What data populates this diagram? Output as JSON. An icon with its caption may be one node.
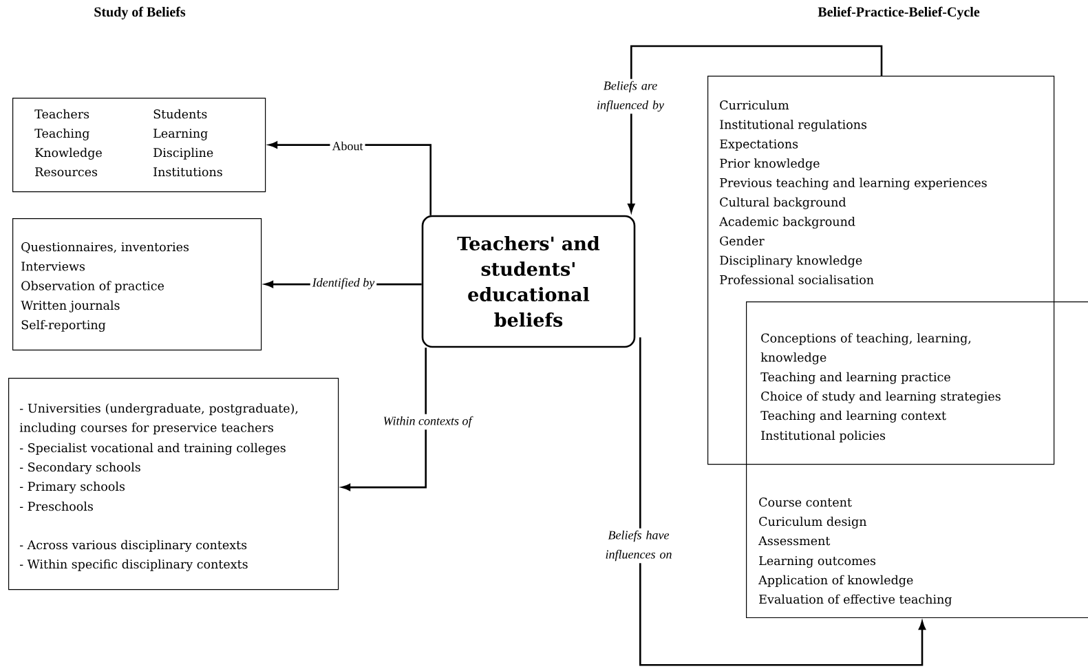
{
  "diagram": {
    "nodes": [
      {
        "text": [
          "Teachers' and students' educational beliefs"
        ]
      },
      {
        "text": [
          "Teachers",
          "Students",
          "Teaching",
          "Learning",
          "Knowledge",
          "Discipline",
          "Resources",
          "Institutions"
        ]
      },
      {
        "text": [
          "Questionnaires,  inventories",
          "Interviews",
          "Observation of practice",
          "Written journals",
          "Self-reporting"
        ]
      },
      {
        "text": [
          "- Universities (undergraduate, postgraduate), including courses for preservice teachers",
          "- Specialist vocational and training colleges",
          "- Secondary schools",
          "- Primary schools",
          "- Preschools",
          "- Across various disciplinary contexts",
          "- Within specific disciplinary contexts"
        ]
      },
      {
        "text": [
          "Curriculum",
          "Institutional regulations",
          "Expectations",
          "Prior knowledge",
          "Previous teaching and learning experiences",
          "Cultural background",
          "Academic background",
          "Gender",
          "Disciplinary knowledge",
          "Professional socialisation"
        ]
      },
      {
        "text": [
          "Conceptions of teaching, learning, knowledge",
          "Teaching and learning practice",
          "Choice of study and learning strategies",
          "Teaching and learning context",
          "Institutional policies",
          "Course content",
          "Curiculum design",
          "Assessment",
          "Learning outcomes",
          "Application of knowledge",
          "Evaluation of effective teaching"
        ]
      }
    ],
    "edges": [
      {
        "from": 0,
        "to": 1,
        "arrow": "to",
        "label": "About"
      },
      {
        "from": 0,
        "to": 2,
        "arrow": "to",
        "label": "Identified by"
      },
      {
        "from": 0,
        "to": 3,
        "arrow": "to",
        "label": "Within contexts of"
      },
      {
        "from": 4,
        "to": 0,
        "arrow": "to",
        "label": "Beliefs are influenced by"
      },
      {
        "from": 0,
        "to": 5,
        "arrow": "to",
        "label": "Beliefs have influences on"
      }
    ],
    "labels": [
      "Study of Beliefs",
      "Belief-Practice-Belief-Cycle"
    ]
  }
}
